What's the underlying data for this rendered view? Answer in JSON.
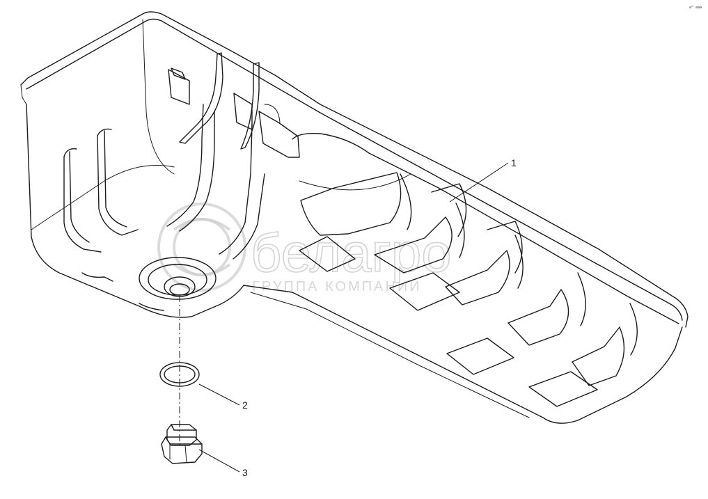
{
  "callouts": [
    {
      "id": "1",
      "label": "1"
    },
    {
      "id": "2",
      "label": "2"
    },
    {
      "id": "3",
      "label": "3"
    }
  ],
  "watermark": {
    "brand": "белагро",
    "subtitle": "ГРУППА КОМПАНИЙ"
  },
  "drawing_ref": "a™ aaa",
  "colors": {
    "line": "#1a1a1a",
    "watermark": "#cfcfcf",
    "background": "#ffffff"
  }
}
